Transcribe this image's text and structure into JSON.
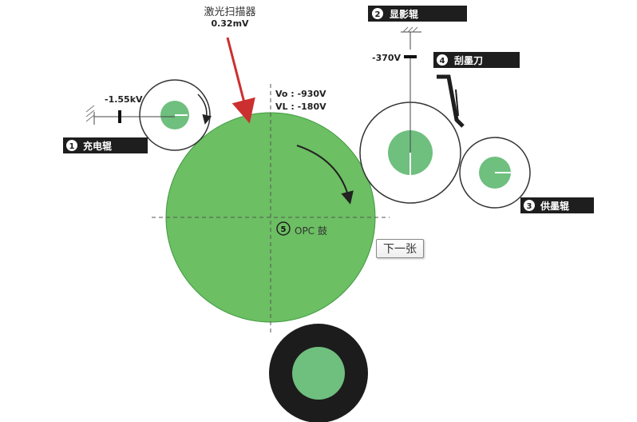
{
  "laser": {
    "title": "激光扫描器",
    "value": "0.32mV"
  },
  "opc": {
    "number": "5",
    "name": "OPC 鼓",
    "vo": "Vo : -930V",
    "vl": "VL : -180V"
  },
  "charge_roller": {
    "number": "1",
    "label": "充电辊",
    "voltage": "-1.55kV"
  },
  "developer_roller": {
    "number": "2",
    "label": "显影辊",
    "voltage": "-370V"
  },
  "supply_roller": {
    "number": "3",
    "label": "供墨辊"
  },
  "blade": {
    "number": "4",
    "label": "刮墨刀"
  },
  "next_button": {
    "label": "下一张"
  },
  "colors": {
    "drum": "#6cbf63",
    "roller_core": "#6fbf7f",
    "label_bg": "#1e1e1e",
    "arrow": "#cc2f2f",
    "transfer_roller": "#1c1c1c"
  }
}
